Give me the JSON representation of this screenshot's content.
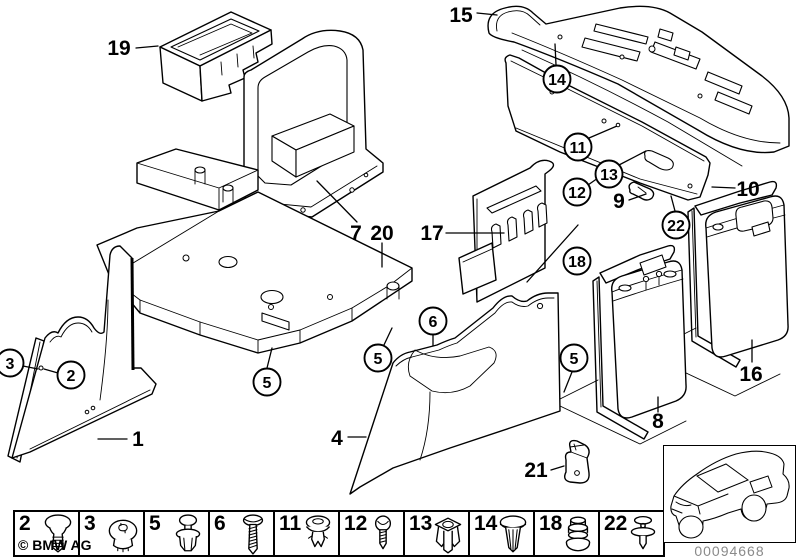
{
  "footer": {
    "copyright": "© BMW AG",
    "image_number": "00094668"
  },
  "callouts": {
    "plain": [
      {
        "id": "19",
        "label": "19"
      },
      {
        "id": "15",
        "label": "15"
      },
      {
        "id": "7",
        "label": "7"
      },
      {
        "id": "20",
        "label": "20"
      },
      {
        "id": "17",
        "label": "17"
      },
      {
        "id": "9",
        "label": "9"
      },
      {
        "id": "10",
        "label": "10"
      },
      {
        "id": "1",
        "label": "1"
      },
      {
        "id": "4",
        "label": "4"
      },
      {
        "id": "8",
        "label": "8"
      },
      {
        "id": "16",
        "label": "16"
      },
      {
        "id": "21",
        "label": "21"
      }
    ],
    "circled": [
      {
        "id": "14",
        "label": "14"
      },
      {
        "id": "11",
        "label": "11"
      },
      {
        "id": "13",
        "label": "13"
      },
      {
        "id": "12",
        "label": "12"
      },
      {
        "id": "22",
        "label": "22"
      },
      {
        "id": "18",
        "label": "18"
      },
      {
        "id": "6",
        "label": "6"
      },
      {
        "id": "5a",
        "label": "5"
      },
      {
        "id": "5b",
        "label": "5"
      },
      {
        "id": "5c",
        "label": "5"
      },
      {
        "id": "2",
        "label": "2"
      },
      {
        "id": "3",
        "label": "3"
      }
    ]
  },
  "legend": {
    "items": [
      {
        "number": "2",
        "icon": "push-rivet-icon"
      },
      {
        "number": "3",
        "icon": "dome-clip-icon"
      },
      {
        "number": "5",
        "icon": "expansion-rivet-icon"
      },
      {
        "number": "6",
        "icon": "screw-icon"
      },
      {
        "number": "11",
        "icon": "expanding-clip-icon"
      },
      {
        "number": "12",
        "icon": "tapping-screw-icon"
      },
      {
        "number": "13",
        "icon": "expanding-nut-icon"
      },
      {
        "number": "14",
        "icon": "spreader-rivet-icon"
      },
      {
        "number": "18",
        "icon": "grommet-icon"
      },
      {
        "number": "22",
        "icon": "expansion-pin-icon"
      }
    ]
  }
}
